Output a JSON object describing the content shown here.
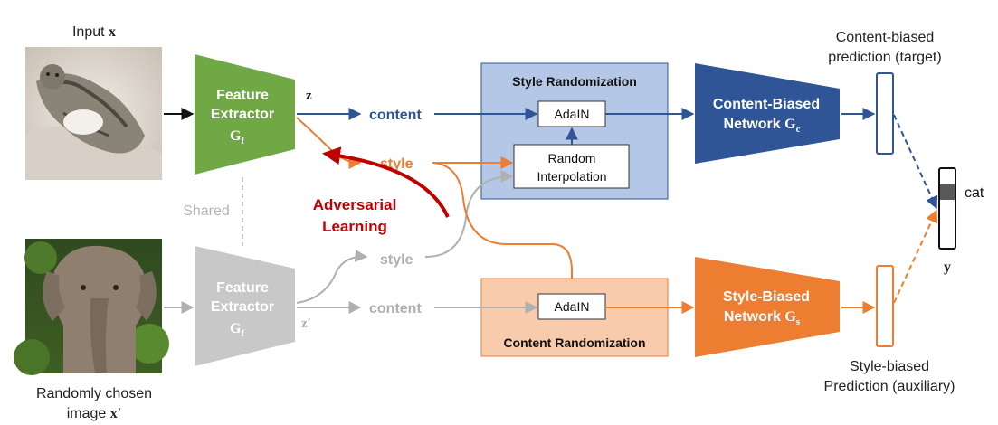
{
  "input_label": {
    "prefix": "Input ",
    "var": "x"
  },
  "random_label": {
    "line1": "Randomly chosen",
    "line2_prefix": "image ",
    "line2_var": "x′"
  },
  "feature_extractor": {
    "line1": "Feature",
    "line2": "Extractor",
    "sym": "G",
    "sub": "f"
  },
  "z_label": "z",
  "z_prime_label": "z′",
  "content_label": "content",
  "style_label": "style",
  "shared_label": "Shared",
  "adversarial": {
    "line1": "Adversarial",
    "line2": "Learning"
  },
  "style_randomization": {
    "title": "Style Randomization",
    "adain": "AdaIN",
    "interp_line1": "Random",
    "interp_line2": "Interpolation"
  },
  "content_randomization": {
    "title": "Content Randomization",
    "adain": "AdaIN"
  },
  "content_network": {
    "line1": "Content-Biased",
    "line2": "Network",
    "sym": "G",
    "sub": "c"
  },
  "style_network": {
    "line1": "Style-Biased",
    "line2": "Network",
    "sym": "G",
    "sub": "s"
  },
  "content_prediction": {
    "line1": "Content-biased",
    "line2": "prediction (target)"
  },
  "style_prediction": {
    "line1": "Style-biased",
    "line2": "Prediction (auxiliary)"
  },
  "output": {
    "class_label": "cat",
    "var": "y"
  },
  "colors": {
    "green": "#70a845",
    "gray": "#c8c8c8",
    "blue_box_fill": "#b4c7e7",
    "blue_box_stroke": "#2f5597",
    "navy": "#2f5597",
    "orange": "#ed7d31",
    "orange_box_fill": "#f8cbad",
    "red": "#c00000"
  },
  "images": {
    "cat": "tabby cat photo",
    "elephant": "elephant photo"
  }
}
